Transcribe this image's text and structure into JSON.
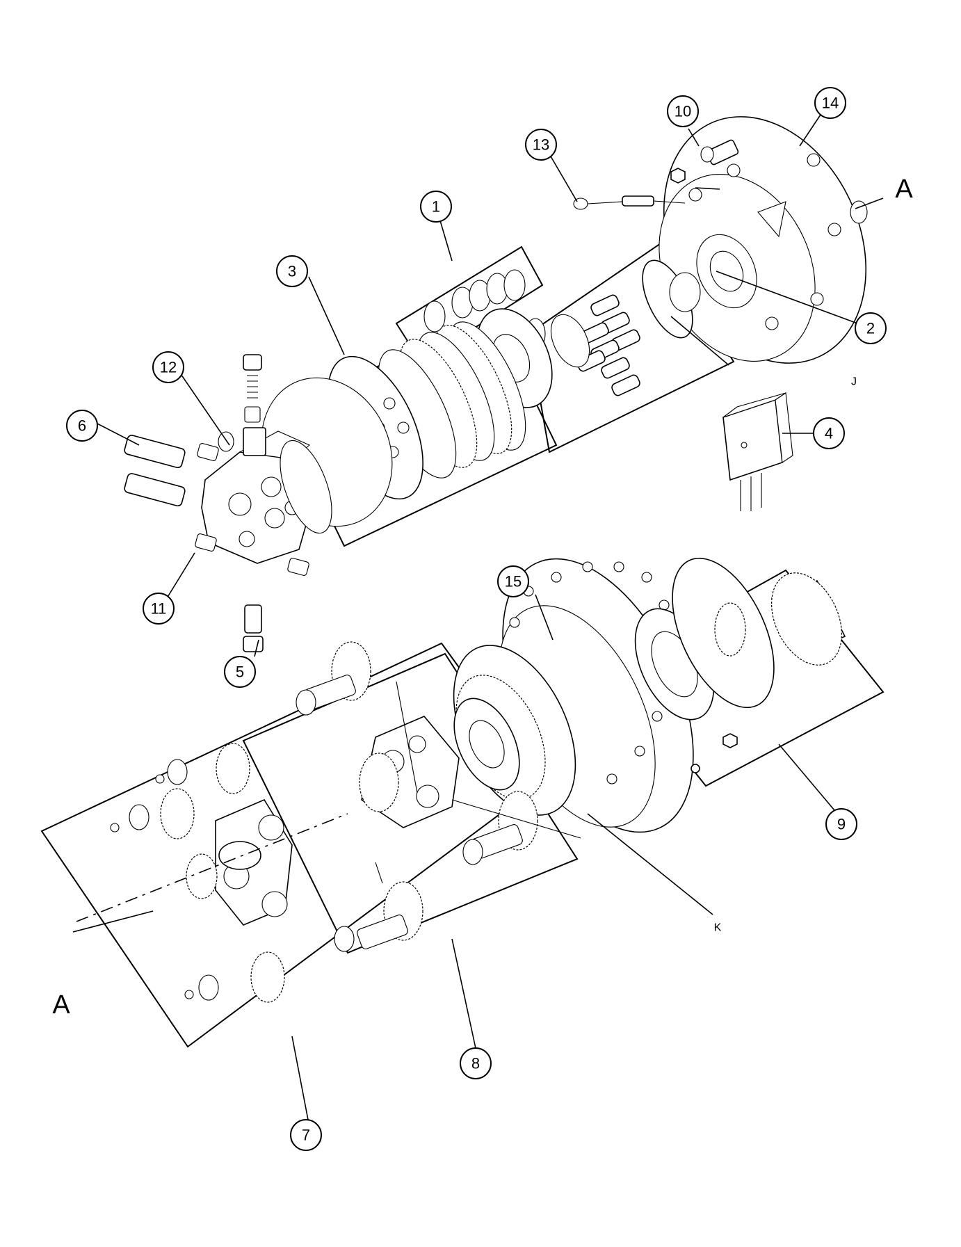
{
  "callouts": [
    {
      "id": "1",
      "label": "1"
    },
    {
      "id": "2",
      "label": "2"
    },
    {
      "id": "3",
      "label": "3"
    },
    {
      "id": "4",
      "label": "4"
    },
    {
      "id": "5",
      "label": "5"
    },
    {
      "id": "6",
      "label": "6"
    },
    {
      "id": "7",
      "label": "7"
    },
    {
      "id": "8",
      "label": "8"
    },
    {
      "id": "9",
      "label": "9"
    },
    {
      "id": "10",
      "label": "10"
    },
    {
      "id": "11",
      "label": "11"
    },
    {
      "id": "12",
      "label": "12"
    },
    {
      "id": "13",
      "label": "13"
    },
    {
      "id": "14",
      "label": "14"
    },
    {
      "id": "15",
      "label": "15"
    }
  ],
  "markers": {
    "a_top": "A",
    "a_bottom": "A",
    "j": "J",
    "k": "K"
  },
  "colors": {
    "ink": "#000000",
    "paper": "#ffffff"
  }
}
